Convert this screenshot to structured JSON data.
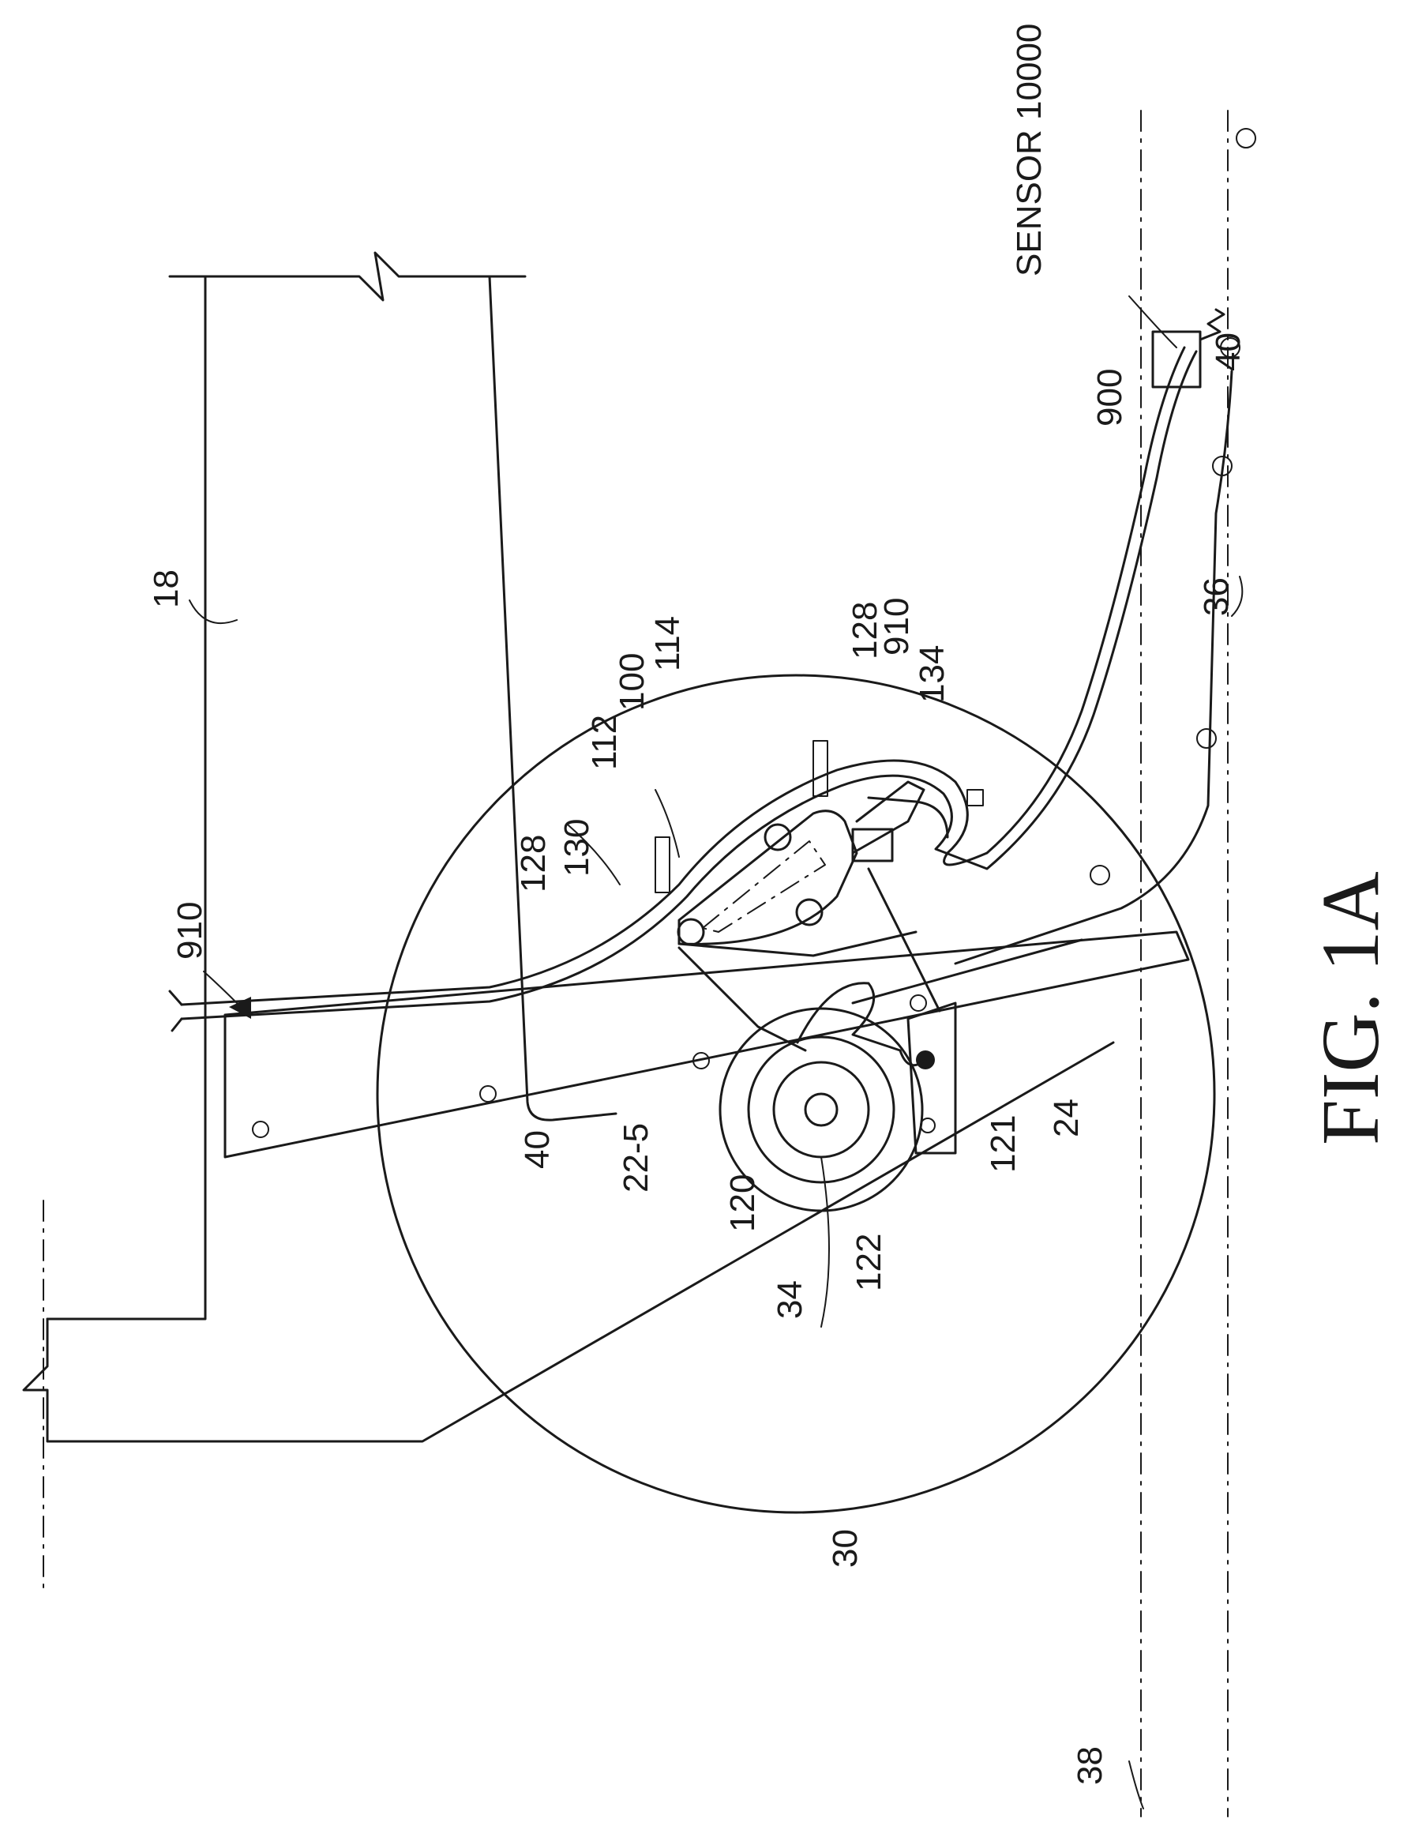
{
  "figure": {
    "caption": "FIG. 1A",
    "sensor_label": "SENSOR 10000",
    "labels": {
      "l18": "18",
      "l910a": "910",
      "l128a": "128",
      "l130": "130",
      "l112": "112",
      "l100": "100",
      "l114": "114",
      "l128b": "128",
      "l910b": "910",
      "l134": "134",
      "l36": "36",
      "l900": "900",
      "l40a": "40",
      "l40b": "40",
      "l22": "22-5",
      "l120": "120",
      "l34": "34",
      "l122": "122",
      "l121": "121",
      "l24": "24",
      "l30": "30",
      "l38": "38"
    }
  }
}
